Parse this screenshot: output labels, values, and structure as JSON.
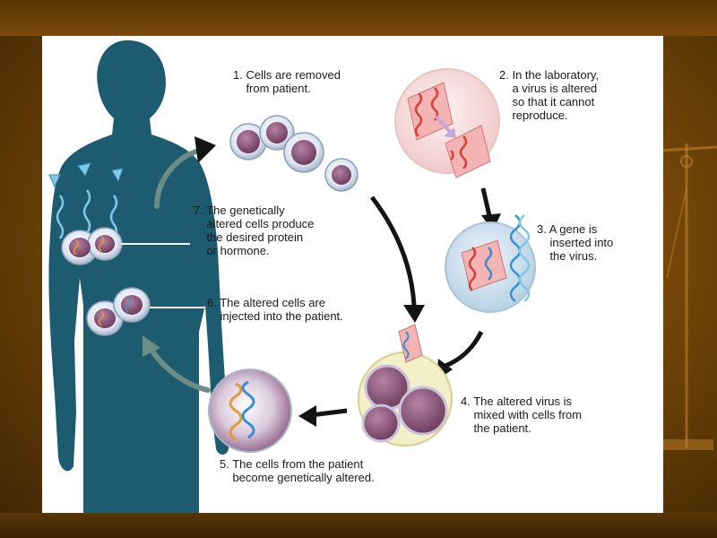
{
  "steps": {
    "step1": "1. Cells are removed\n    from patient.",
    "step2": "2. In the laboratory,\n    a virus is altered\n    so that it cannot\n    reproduce.",
    "step3": "3. A gene is\n    inserted into\n    the virus.",
    "step4": "4. The altered virus is\n    mixed with cells from\n    the patient.",
    "step5": "5. The cells from the patient\n    become genetically altered.",
    "step6": "6. The altered cells are\n    injected into the patient.",
    "step7": "7. The genetically\n    altered cells produce\n    the desired protein\n    or hormone."
  },
  "colors": {
    "body_silhouette": "#1d5b70",
    "cell_membrane": "#dfe6f2",
    "cell_nucleus": "#8a5577",
    "virus_dna": "#d0443a",
    "inserted_gene": "#3a8fd0",
    "arrow_black": "#141414",
    "arrow_gray": "#6e8c86",
    "protein_triangles": "#7ec8e8"
  },
  "icons": [
    "human-silhouette",
    "cell-cluster",
    "virus-capsule",
    "dna-helix",
    "curved-arrow",
    "protein-triangle"
  ]
}
